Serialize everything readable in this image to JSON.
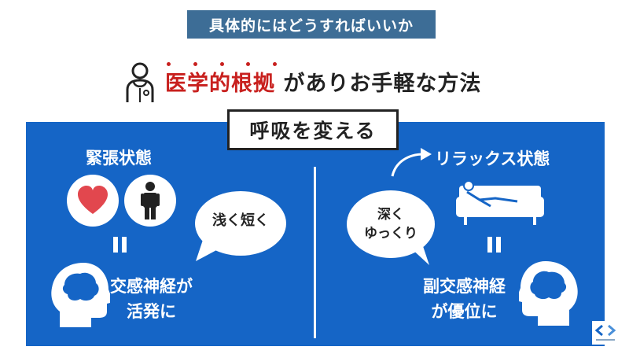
{
  "banner": {
    "title": "具体的にはどうすればいいか"
  },
  "headline": {
    "emphasis": "医学的根拠",
    "rest": "がありお手軽な方法"
  },
  "diagram": {
    "title": "呼吸を変える",
    "left": {
      "state_label": "緊張状態",
      "bubble_line1": "浅く短く",
      "nerve_line1": "交感神経が",
      "nerve_line2": "活発に"
    },
    "right": {
      "state_label": "リラックス状態",
      "bubble_line1": "深く",
      "bubble_line2": "ゆっくり",
      "nerve_line1": "副交感神経",
      "nerve_line2": "が優位に"
    }
  },
  "colors": {
    "banner": "#3d6d96",
    "panel": "#1565c6",
    "emphasis": "#c8201e",
    "heart": "#e2474e"
  },
  "icons": [
    "doctor-icon",
    "heart-icon",
    "person-icon",
    "brain-head-icon",
    "sofa-person-icon",
    "curved-arrow-icon",
    "logo-icon"
  ]
}
